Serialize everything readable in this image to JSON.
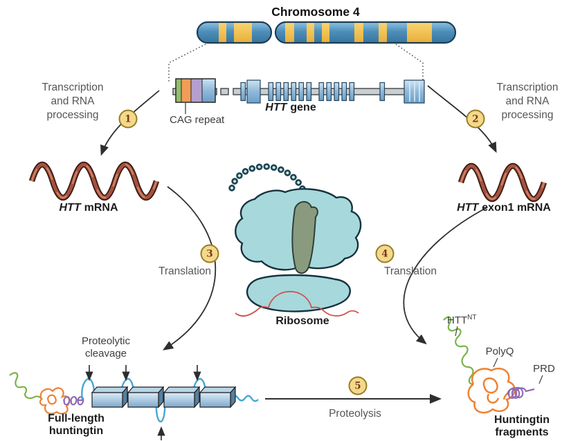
{
  "title": "Chromosome 4",
  "gene": {
    "name_italic": "HTT",
    "name_rest": "gene",
    "cag_label": "CAG repeat"
  },
  "steps": {
    "numbers": [
      "1",
      "2",
      "3",
      "4",
      "5"
    ],
    "transcription_lines": [
      "Transcription",
      "and RNA",
      "processing"
    ],
    "translation": "Translation",
    "proteolysis": "Proteolysis"
  },
  "mrna": {
    "left_italic": "HTT",
    "left_rest": "mRNA",
    "right_italic": "HTT",
    "right_rest": "exon1 mRNA"
  },
  "ribosome_label": "Ribosome",
  "full_length": {
    "cleavage_lines": [
      "Proteolytic",
      "cleavage"
    ],
    "name_lines": [
      "Full-length",
      "huntingtin"
    ]
  },
  "fragments": {
    "httnt_base": "HTT",
    "httnt_sup": "NT",
    "polyq": "PolyQ",
    "prd": "PRD",
    "name_lines": [
      "Huntingtin",
      "fragments"
    ]
  },
  "colors": {
    "chromosome_blue": "#4f93c2",
    "band_yellow": "#f3c452",
    "outline_navy": "#1d3d54",
    "exon_blue": "#7fb0d4",
    "cag_green": "#93bf6a",
    "cag_orange": "#f09d57",
    "cag_lavender": "#b3a0ce",
    "mrna_red": "#a4523f",
    "mrna_outline": "#3a1812",
    "ribosome_teal": "#a7d8dc",
    "ribosome_outline": "#16323e",
    "trna_olive": "#8a9a7e",
    "thread_red": "#cf4f4c",
    "chain_blue": "#45a7d6",
    "squiggle_green": "#79b347",
    "tangle_orange": "#ee8134",
    "coil_purple": "#8f6bb5",
    "badge_fill": "#f3d98b",
    "badge_border": "#9a7b23",
    "badge_number": "#7a3a12",
    "label_gray": "#565656",
    "text_black": "#1c1c1c"
  }
}
